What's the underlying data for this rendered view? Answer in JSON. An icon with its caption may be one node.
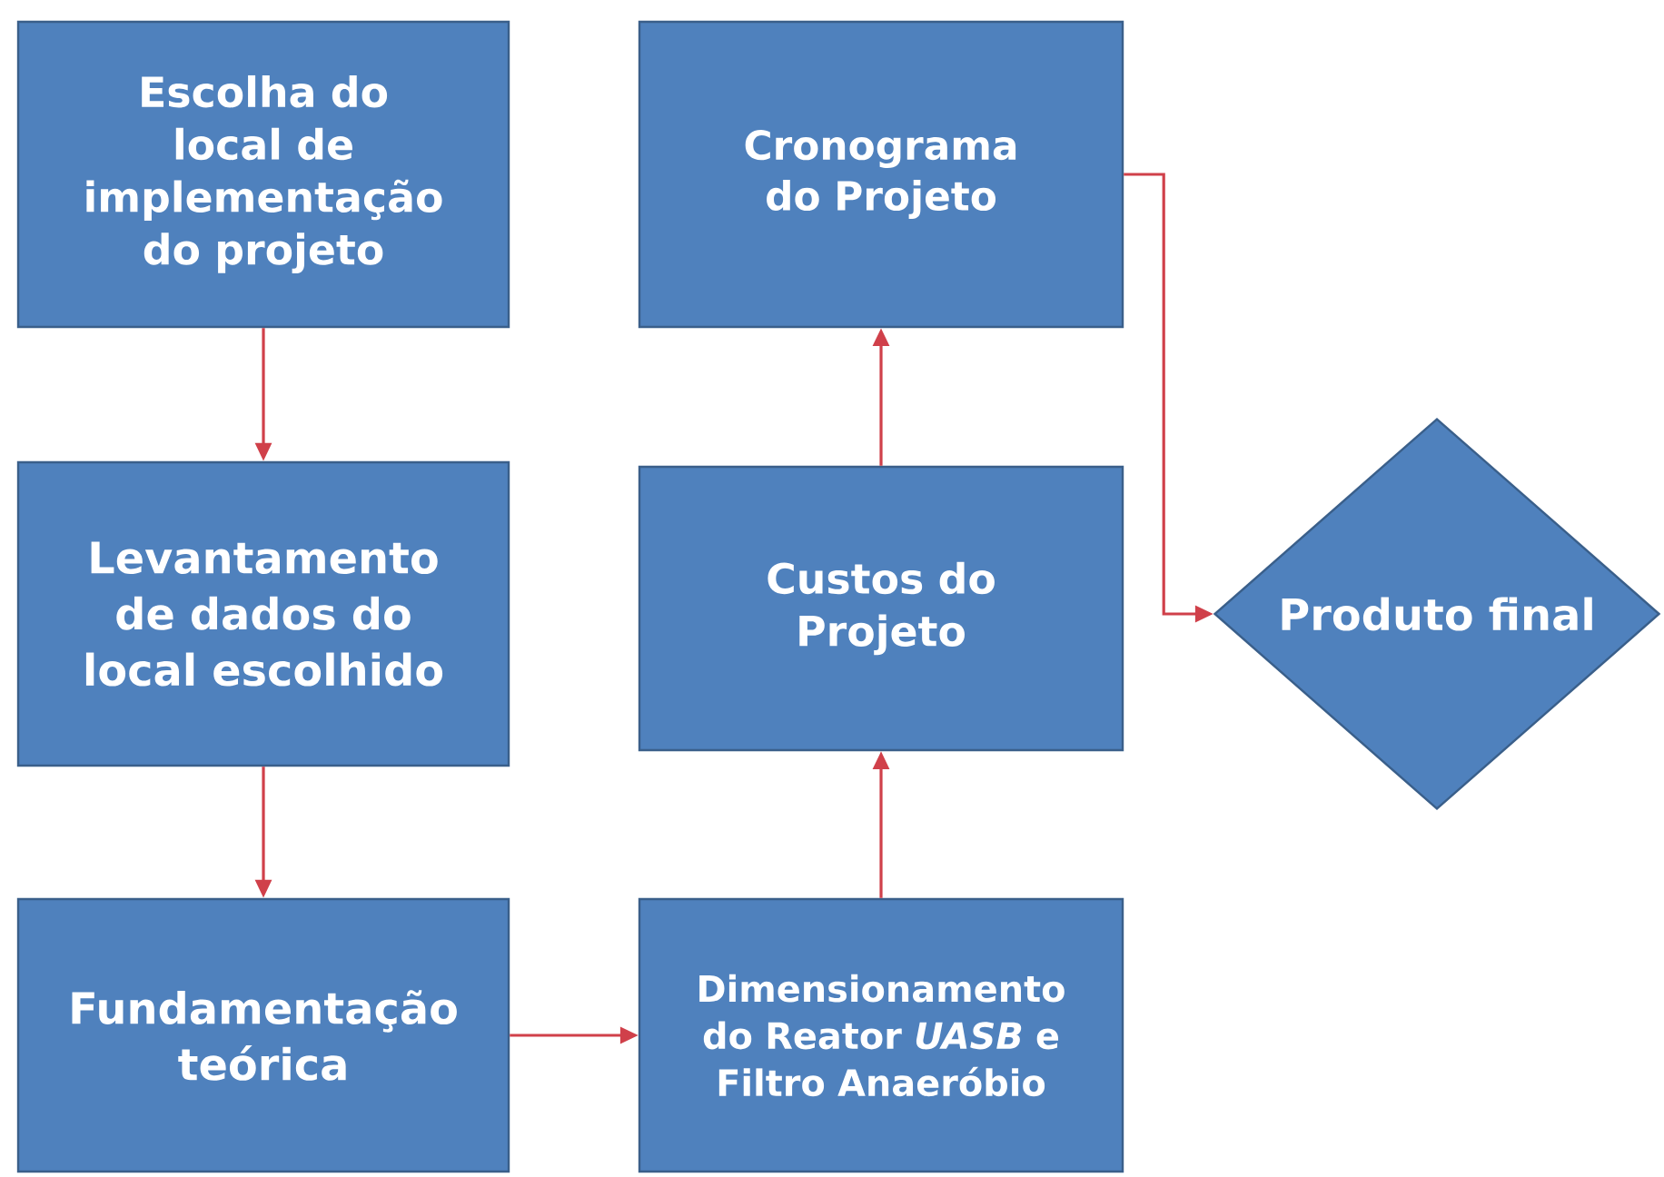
{
  "diagram": {
    "nodes": [
      {
        "text": [
          "Escolha do local de implementação do projeto"
        ]
      },
      {
        "text": [
          "Levantamento de dados do local escolhido"
        ]
      },
      {
        "text": [
          "Fundamentação teórica"
        ]
      },
      {
        "text": [
          "Dimensionamento do Reator *UASB* e Filtro Anaeróbio"
        ]
      },
      {
        "text": [
          "Custos do Projeto"
        ]
      },
      {
        "text": [
          "Cronograma do Projeto"
        ]
      },
      {
        "text": [
          "Produto final"
        ]
      }
    ],
    "edges": [
      {
        "from": 0,
        "to": 1,
        "arrow": "to"
      },
      {
        "from": 1,
        "to": 2,
        "arrow": "to"
      },
      {
        "from": 2,
        "to": 3,
        "arrow": "to"
      },
      {
        "from": 3,
        "to": 4,
        "arrow": "to"
      },
      {
        "from": 4,
        "to": 5,
        "arrow": "to"
      },
      {
        "from": 5,
        "to": 6,
        "arrow": "to"
      }
    ]
  }
}
